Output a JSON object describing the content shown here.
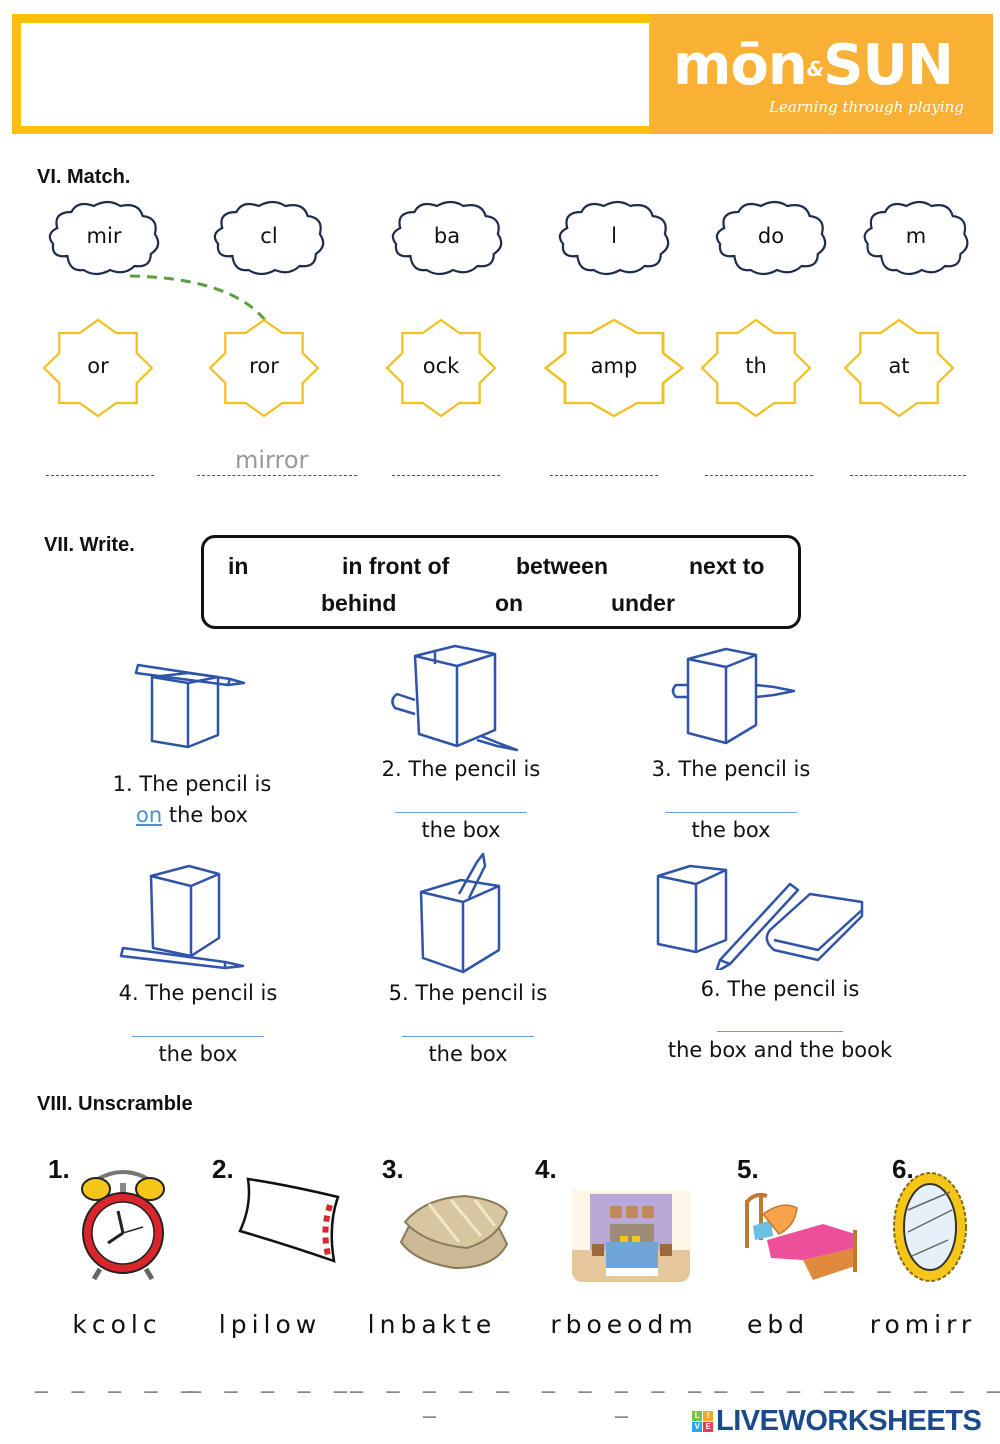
{
  "header": {
    "brand_name": "mōn",
    "brand_amp": "&",
    "brand_name_2": "SUN",
    "tagline": "Learning through playing",
    "colors": {
      "border": "#fbbf10",
      "brand_bg": "#f8b135"
    }
  },
  "match": {
    "title": "VI. Match.",
    "clouds": [
      "mir",
      "cl",
      "ba",
      "l",
      "do",
      "m"
    ],
    "stars": [
      "or",
      "ror",
      "ock",
      "amp",
      "th",
      "at"
    ],
    "answers": [
      "",
      "mirror",
      "",
      "",
      "",
      ""
    ],
    "example_link": "mir → ror",
    "colors": {
      "cloud_stroke": "#1f2d4a",
      "star_stroke": "#f0c020",
      "link": "#5aa040"
    }
  },
  "write": {
    "title": "VII. Write.",
    "word_bank_row1": [
      "in",
      "in front of",
      "between",
      "next to"
    ],
    "word_bank_row2": [
      "behind",
      "on",
      "under"
    ],
    "items": [
      {
        "prompt": "1. The pencil is",
        "answer": "on",
        "suffix": "the box"
      },
      {
        "prompt": "2. The pencil is",
        "answer": "",
        "suffix": "the box"
      },
      {
        "prompt": "3. The pencil is",
        "answer": "",
        "suffix": "the box"
      },
      {
        "prompt": "4. The pencil is",
        "answer": "",
        "suffix": "the box"
      },
      {
        "prompt": "5. The pencil is",
        "answer": "",
        "suffix": "the box"
      },
      {
        "prompt": "6. The pencil is",
        "answer": "",
        "suffix": "the box and the book"
      }
    ]
  },
  "unscramble": {
    "title": "VIII. Unscramble",
    "items": [
      {
        "number": "1.",
        "picture": "alarm-clock",
        "scrambled": "kcolc",
        "blanks": "_ _ _ _ _"
      },
      {
        "number": "2.",
        "picture": "pillow",
        "scrambled": "lpilow",
        "blanks": "_ _ _ _ _"
      },
      {
        "number": "3.",
        "picture": "blanket",
        "scrambled": "lnbakte",
        "blanks": "_ _ _ _ _ _"
      },
      {
        "number": "4.",
        "picture": "bedroom",
        "scrambled": "rboeodm",
        "blanks": "_ _ _ _ _ _"
      },
      {
        "number": "5.",
        "picture": "bed",
        "scrambled": "ebd",
        "blanks": "_ _ _ _"
      },
      {
        "number": "6.",
        "picture": "mirror",
        "scrambled": "romirr",
        "blanks": "_ _ _ _ _"
      }
    ]
  },
  "footer": {
    "logo_text": "LIVEWORKSHEETS",
    "tiles": [
      "L",
      "I",
      "V",
      "E"
    ]
  }
}
